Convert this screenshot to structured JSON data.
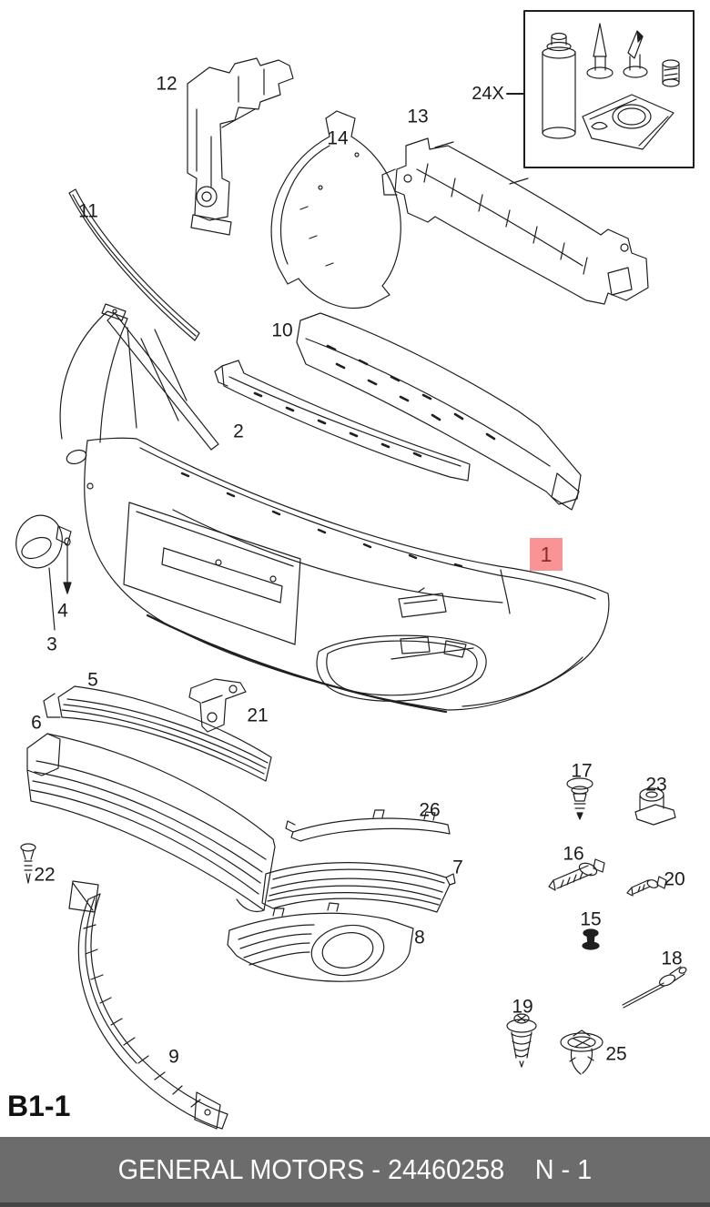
{
  "sheet": {
    "code": "B1-1"
  },
  "footer": {
    "left_text": "GENERAL MOTORS - 24460258",
    "right_text": "N - 1"
  },
  "callouts": {
    "c1": "1",
    "c2": "2",
    "c3": "3",
    "c4": "4",
    "c5": "5",
    "c6": "6",
    "c7": "7",
    "c8": "8",
    "c9": "9",
    "c10": "10",
    "c11": "11",
    "c12": "12",
    "c13": "13",
    "c14": "14",
    "c15": "15",
    "c16": "16",
    "c17": "17",
    "c18": "18",
    "c19": "19",
    "c20": "20",
    "c21": "21",
    "c22": "22",
    "c23": "23",
    "c24x": "24X",
    "c25": "25",
    "c26": "26"
  },
  "highlight": {
    "selected_callout": "1",
    "bg_color": "#f89494",
    "text_color": "#8a2b2b"
  },
  "colors": {
    "line": "#1f1f1f",
    "footer_bg": "#6c6c6c",
    "footer_text": "#ffffff",
    "page_bg": "#ffffff"
  }
}
